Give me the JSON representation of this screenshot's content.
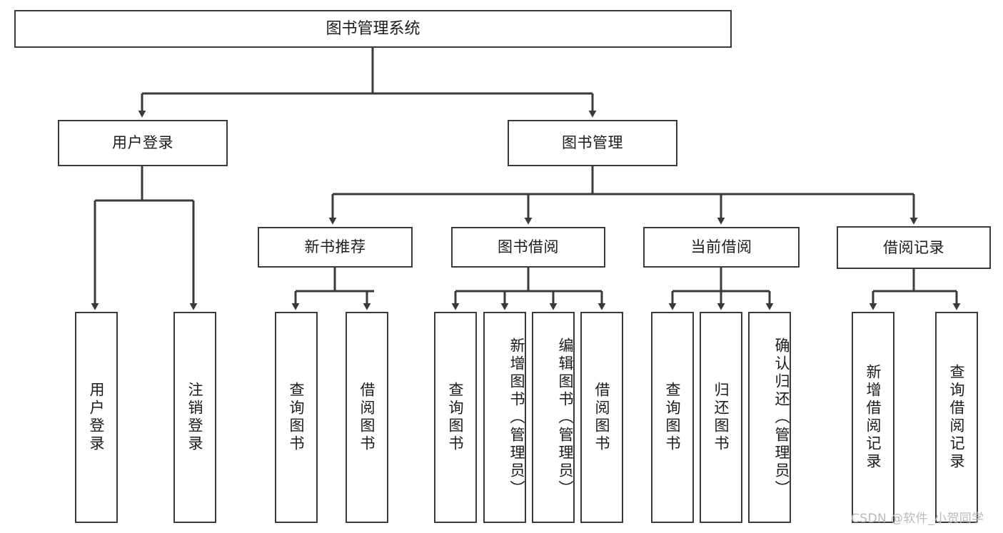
{
  "diagram": {
    "type": "tree",
    "title": "图书管理系统",
    "root": {
      "id": "root",
      "label": "图书管理系统"
    },
    "level2": [
      {
        "id": "user-login",
        "label": "用户登录"
      },
      {
        "id": "book-manage",
        "label": "图书管理"
      }
    ],
    "level3": [
      {
        "id": "new-book-recommend",
        "label": "新书推荐"
      },
      {
        "id": "book-borrow",
        "label": "图书借阅"
      },
      {
        "id": "current-borrow",
        "label": "当前借阅"
      },
      {
        "id": "borrow-record",
        "label": "借阅记录"
      }
    ],
    "leaves": [
      {
        "id": "leaf-user-login",
        "label": "用户登录",
        "parent": "user-login"
      },
      {
        "id": "leaf-logout-login",
        "label": "注销登录",
        "parent": "user-login"
      },
      {
        "id": "leaf-query-book-1",
        "label": "查询图书",
        "parent": "new-book-recommend"
      },
      {
        "id": "leaf-borrow-book-1",
        "label": "借阅图书",
        "parent": "new-book-recommend"
      },
      {
        "id": "leaf-query-book-2",
        "label": "查询图书",
        "parent": "book-borrow"
      },
      {
        "id": "leaf-add-book",
        "label": "新增图书（管理员）",
        "parent": "book-borrow"
      },
      {
        "id": "leaf-edit-book",
        "label": "编辑图书（管理员）",
        "parent": "book-borrow"
      },
      {
        "id": "leaf-borrow-book-2",
        "label": "借阅图书",
        "parent": "book-borrow"
      },
      {
        "id": "leaf-query-book-3",
        "label": "查询图书",
        "parent": "current-borrow"
      },
      {
        "id": "leaf-return-book",
        "label": "归还图书",
        "parent": "current-borrow"
      },
      {
        "id": "leaf-confirm-return",
        "label": "确认归还（管理员）",
        "parent": "current-borrow"
      },
      {
        "id": "leaf-add-record",
        "label": "新增借阅记录",
        "parent": "borrow-record"
      },
      {
        "id": "leaf-query-record",
        "label": "查询借阅记录",
        "parent": "borrow-record"
      }
    ],
    "watermark": "CSDN @软件_小贺同学",
    "colors": {
      "stroke": "#3a3a3a",
      "fill": "#ffffff",
      "text": "#1b1b1b",
      "watermark": "#b9b9b9"
    }
  }
}
